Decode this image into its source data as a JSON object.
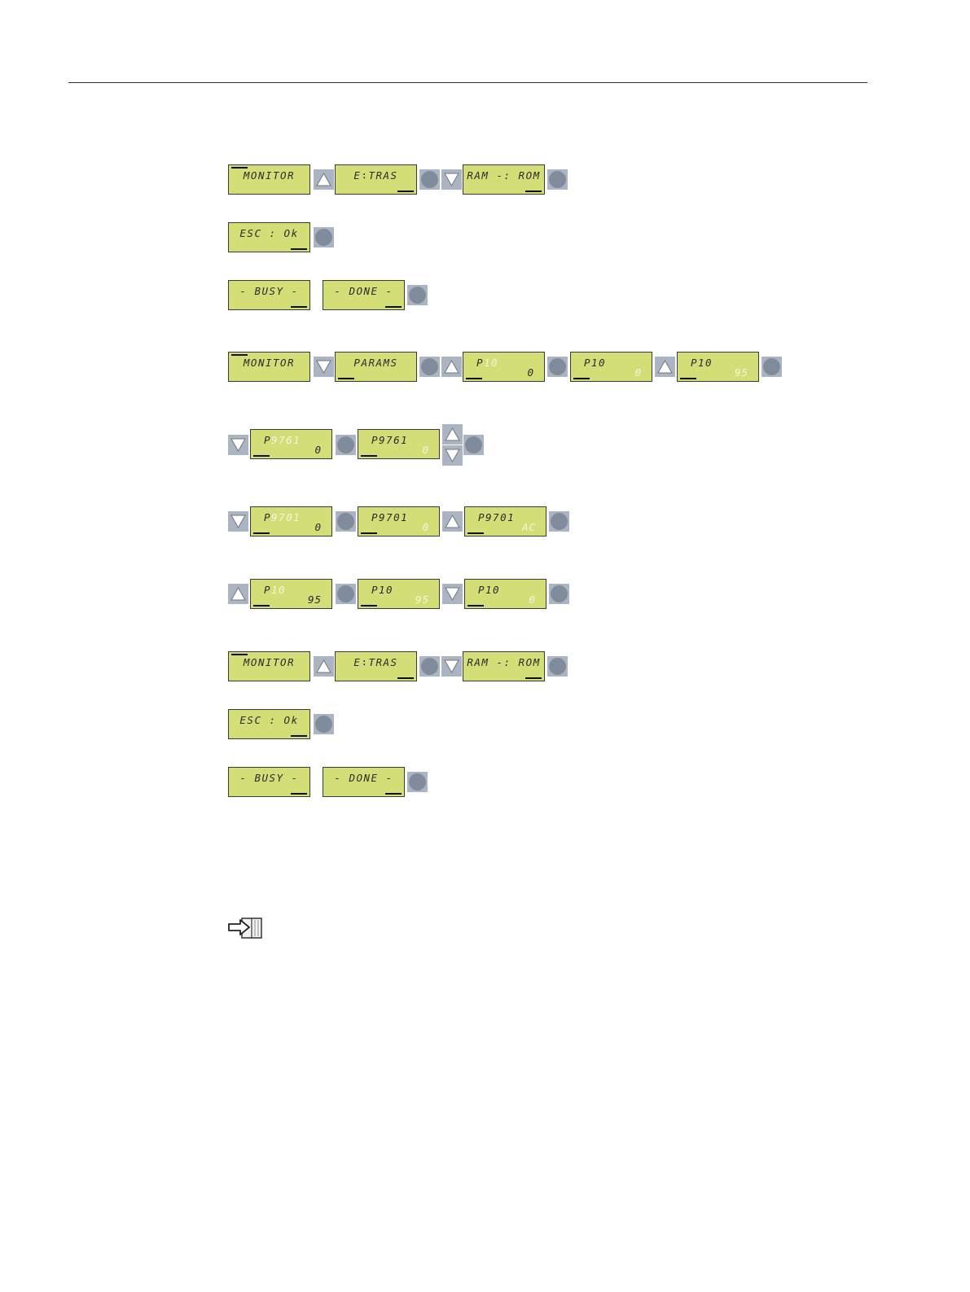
{
  "screens": {
    "monitor": "MONITOR",
    "extras": "E∶TRAS",
    "ram_rom": "RAM -: ROM",
    "esc_ok": "ESC : Ok",
    "busy": "- BUSY -",
    "done": "- DONE -",
    "params": "PARAMS",
    "p10": "P10",
    "p10_short": "P 10",
    "p9761": "P9761",
    "p9701": "P9701",
    "p9701_short": "P9701",
    "val_0": "0",
    "val_95": "95",
    "val_ac": "AC",
    "p_digit": "P",
    "p_rest_9761": "9761",
    "p_rest_9701": "9701",
    "p_rest_10": "10"
  },
  "icons": {
    "up": "arrow-up-key-icon",
    "down": "arrow-down-key-icon",
    "ok": "ok-round-key-icon",
    "note": "book-pointer-icon"
  },
  "colors": {
    "lcd_background": "#d4de76",
    "key_background": "#aab4c2",
    "key_dot": "#808b9c"
  }
}
